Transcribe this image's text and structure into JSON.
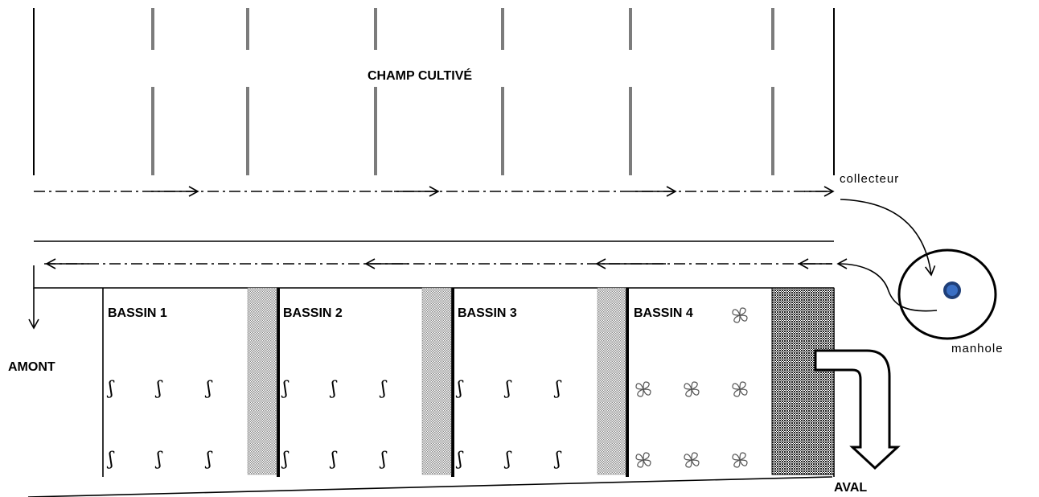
{
  "labels": {
    "field": "CHAMP CULTIVÉ",
    "collector": "collecteur",
    "manhole": "manhole",
    "upstream": "AMONT",
    "downstream": "AVAL"
  },
  "basins": [
    {
      "label": "BASSIN 1",
      "plant_symbol": "ʃ",
      "plant_type": "integral-sign-plant"
    },
    {
      "label": "BASSIN 2",
      "plant_symbol": "ʃ",
      "plant_type": "integral-sign-plant"
    },
    {
      "label": "BASSIN 3",
      "plant_symbol": "ʃ",
      "plant_type": "integral-sign-plant"
    },
    {
      "label": "BASSIN 4",
      "plant_symbol": "flower",
      "plant_type": "flower-plant"
    }
  ],
  "colors": {
    "line": "#000000",
    "manhole_fill": "#3a6fc4",
    "manhole_ring": "#1f3f78",
    "filter_gray": "#b8b8b8",
    "final_filter": "#3a3a3a"
  }
}
